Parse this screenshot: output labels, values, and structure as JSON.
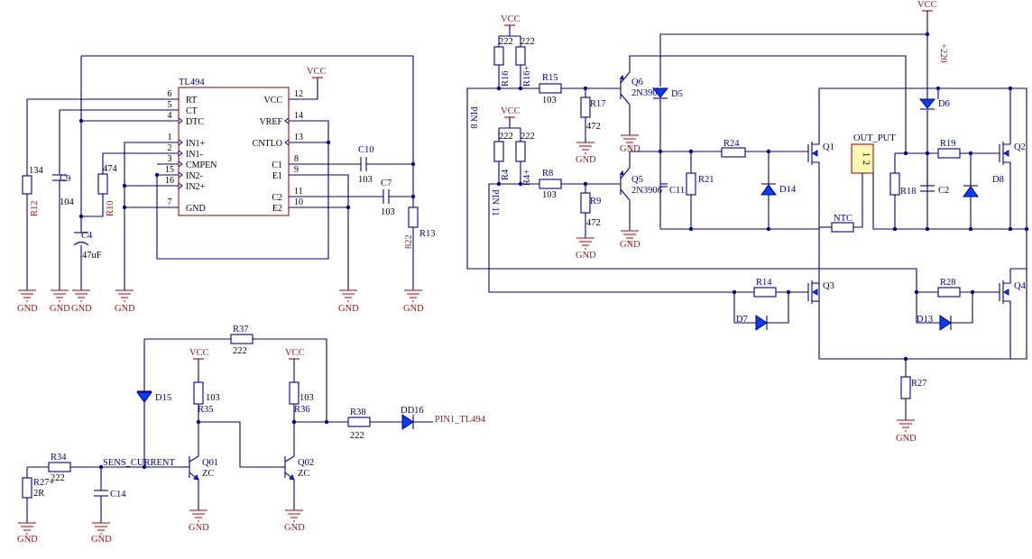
{
  "ic": {
    "name": "TL494",
    "pins_left": [
      {
        "num": "6",
        "label": "RT"
      },
      {
        "num": "5",
        "label": "CT"
      },
      {
        "num": "4",
        "label": "DTC"
      },
      {
        "num": "1",
        "label": "IN1+"
      },
      {
        "num": "2",
        "label": "IN1-"
      },
      {
        "num": "3",
        "label": "CMPEN"
      },
      {
        "num": "15",
        "label": "IN2-"
      },
      {
        "num": "16",
        "label": "IN2+"
      },
      {
        "num": "7",
        "label": "GND"
      }
    ],
    "pins_right": [
      {
        "num": "12",
        "label": "VCC"
      },
      {
        "num": "14",
        "label": "VREF"
      },
      {
        "num": "13",
        "label": "CNTLO"
      },
      {
        "num": "8",
        "label": "C1"
      },
      {
        "num": "9",
        "label": "E1"
      },
      {
        "num": "11",
        "label": "C2"
      },
      {
        "num": "10",
        "label": "E2"
      }
    ]
  },
  "power": {
    "vcc": "VCC",
    "gnd": "GND",
    "hv": "+220"
  },
  "components": {
    "R12": {
      "ref": "R12",
      "value": "134"
    },
    "C9": {
      "ref": "C9",
      "value": "104"
    },
    "C4": {
      "ref": "C4",
      "value": "47uF"
    },
    "R10": {
      "ref": "R10",
      "value": "474"
    },
    "C10": {
      "ref": "C10",
      "value": "103"
    },
    "C7": {
      "ref": "C7",
      "value": "103"
    },
    "R13": {
      "ref": "R13",
      "value": "822"
    },
    "R16": {
      "ref": "R16",
      "value": "222"
    },
    "R16p": {
      "ref": "R16+",
      "value": "222"
    },
    "R4": {
      "ref": "R4",
      "value": "222"
    },
    "R4p": {
      "ref": "R4+",
      "value": "222"
    },
    "R15": {
      "ref": "R15",
      "value": "103"
    },
    "R8": {
      "ref": "R8",
      "value": "103"
    },
    "R17": {
      "ref": "R17",
      "value": "472"
    },
    "R9": {
      "ref": "R9",
      "value": "472"
    },
    "Q6": {
      "ref": "Q6",
      "value": "2N3906"
    },
    "Q5": {
      "ref": "Q5",
      "value": "2N3906"
    },
    "D5": {
      "ref": "D5"
    },
    "D6": {
      "ref": "D6"
    },
    "C11": {
      "ref": "C11"
    },
    "R21": {
      "ref": "R21"
    },
    "R24": {
      "ref": "R24"
    },
    "D14": {
      "ref": "D14"
    },
    "Q1": {
      "ref": "Q1"
    },
    "OUT_PUT": {
      "ref": "OUT_PUT",
      "pins": [
        "1",
        "2"
      ]
    },
    "NTC": {
      "ref": "NTC"
    },
    "R18": {
      "ref": "R18"
    },
    "C2": {
      "ref": "C2"
    },
    "R19": {
      "ref": "R19"
    },
    "D8": {
      "ref": "D8"
    },
    "Q2": {
      "ref": "Q2"
    },
    "R14": {
      "ref": "R14"
    },
    "D7": {
      "ref": "D7"
    },
    "Q3": {
      "ref": "Q3"
    },
    "R28": {
      "ref": "R28"
    },
    "D13": {
      "ref": "D13"
    },
    "Q4": {
      "ref": "Q4"
    },
    "R27": {
      "ref": "R27"
    },
    "R37": {
      "ref": "R37",
      "value": "222"
    },
    "D15": {
      "ref": "D15"
    },
    "R35": {
      "ref": "R35",
      "value": "103"
    },
    "R36": {
      "ref": "R36",
      "value": "103"
    },
    "R38": {
      "ref": "R38",
      "value": "222"
    },
    "DD16": {
      "ref": "DD16"
    },
    "R34": {
      "ref": "R34",
      "value": "222"
    },
    "R27p": {
      "ref": "R27+",
      "value": "2R"
    },
    "C14": {
      "ref": "C14"
    },
    "Q01": {
      "ref": "Q01",
      "value": "ZC"
    },
    "Q02": {
      "ref": "Q02",
      "value": "ZC"
    }
  },
  "nets": {
    "pin8": "PIN 8",
    "pin11": "PIN 11",
    "sense": "SENS_CURRENT",
    "pin1": "PIN1_TL494"
  }
}
